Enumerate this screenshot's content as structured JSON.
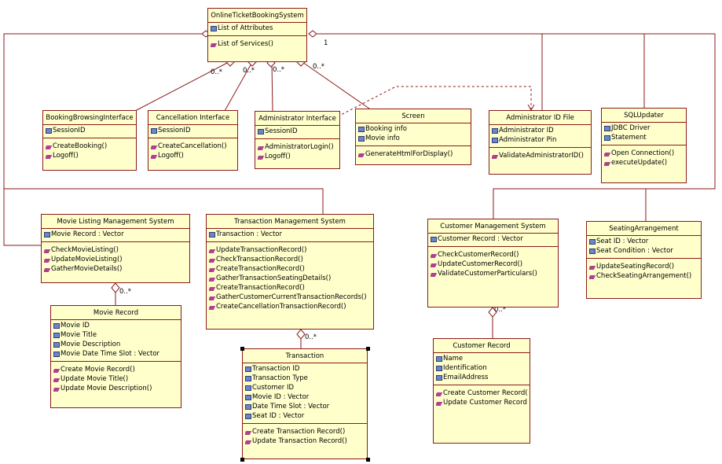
{
  "classes": {
    "online": {
      "name": "OnlineTicketBookingSystem",
      "attributes": [
        "List of Attributes"
      ],
      "operations": [
        "List of Services()"
      ]
    },
    "booking": {
      "name": "BookingBrowsingInterface",
      "attributes": [
        "SessionID"
      ],
      "operations": [
        "CreateBooking()",
        "Logoff()"
      ]
    },
    "cancel": {
      "name": "Cancellation Interface",
      "attributes": [
        "SessionID"
      ],
      "operations": [
        "CreateCancellation()",
        "Logoff()"
      ]
    },
    "admin": {
      "name": "Administrator Interface",
      "attributes": [
        "SessionID"
      ],
      "operations": [
        "AdministratorLogin()",
        "Logoff()"
      ]
    },
    "screen": {
      "name": "Screen",
      "attributes": [
        "Booking info",
        "Movie info"
      ],
      "operations": [
        "GenerateHtmlForDisplay()"
      ]
    },
    "adminfile": {
      "name": "Administrator ID File",
      "attributes": [
        "Administrator ID",
        "Administrator Pin"
      ],
      "operations": [
        "ValidateAdministratorID()"
      ]
    },
    "sql": {
      "name": "SQLUpdater",
      "attributes": [
        "JDBC Driver",
        "Statement"
      ],
      "operations": [
        "Open Connection()",
        "executeUpdate()"
      ]
    },
    "movielist": {
      "name": "Movie Listing Management System",
      "attributes": [
        "Movie Record : Vector"
      ],
      "operations": [
        "CheckMovieListing()",
        "UpdateMovieListing()",
        "GatherMovieDetails()"
      ]
    },
    "transmgmt": {
      "name": "Transaction Management System",
      "attributes": [
        "Transaction : Vector"
      ],
      "operations": [
        "UpdateTransactionRecord()",
        "CheckTransactionRecord()",
        "CreateTransactionRecord()",
        "GatherTransactionSeatingDetails()",
        "CreateTransactionRecord()",
        "GatherCustomerCurrentTransactionRecords()",
        "CreateCancellationTransactionRecord()"
      ]
    },
    "custmgmt": {
      "name": "Customer Management System",
      "attributes": [
        "Customer Record : Vector"
      ],
      "operations": [
        "CheckCustomerRecord()",
        "UpdateCustomerRecord()",
        "ValidateCustomerParticulars()"
      ]
    },
    "seating": {
      "name": "SeatingArrangement",
      "attributes": [
        "Seat ID : Vector",
        "Seat Condition : Vector"
      ],
      "operations": [
        "UpdateSeatingRecord()",
        "CheckSeatingArrangement()"
      ]
    },
    "movierec": {
      "name": "Movie Record",
      "attributes": [
        "Movie ID",
        "Movie Title",
        "Movie Description",
        "Movie Date Time Slot : Vector"
      ],
      "operations": [
        "Create Movie Record()",
        "Update Movie Title()",
        "Update Movie Description()"
      ]
    },
    "trans": {
      "name": "Transaction",
      "attributes": [
        "Transaction ID",
        "Transaction Type",
        "Customer ID",
        "Movie ID : Vector",
        "Date Time Slot : Vector",
        "Seat ID : Vector"
      ],
      "operations": [
        "Create Transaction Record()",
        "Update Transaction Record()"
      ]
    },
    "custrec": {
      "name": "Customer Record",
      "attributes": [
        "Name",
        "Identification",
        "EmailAddress"
      ],
      "operations": [
        "Create Customer Record()",
        "Update Customer Record()"
      ]
    }
  },
  "multiplicities": {
    "booking": "0..*",
    "cancel": "0..*",
    "admin": "0..*",
    "screen": "0..*",
    "adminfile": "1",
    "movierec": "0..*",
    "trans": "0..*",
    "custrec": "0..*"
  },
  "colors": {
    "box_fill": "#ffffcc",
    "box_border": "#8b1a1a",
    "line": "#8b1a1a",
    "attribute_icon": "#6b86c8",
    "operation_icon": "#b04090"
  }
}
